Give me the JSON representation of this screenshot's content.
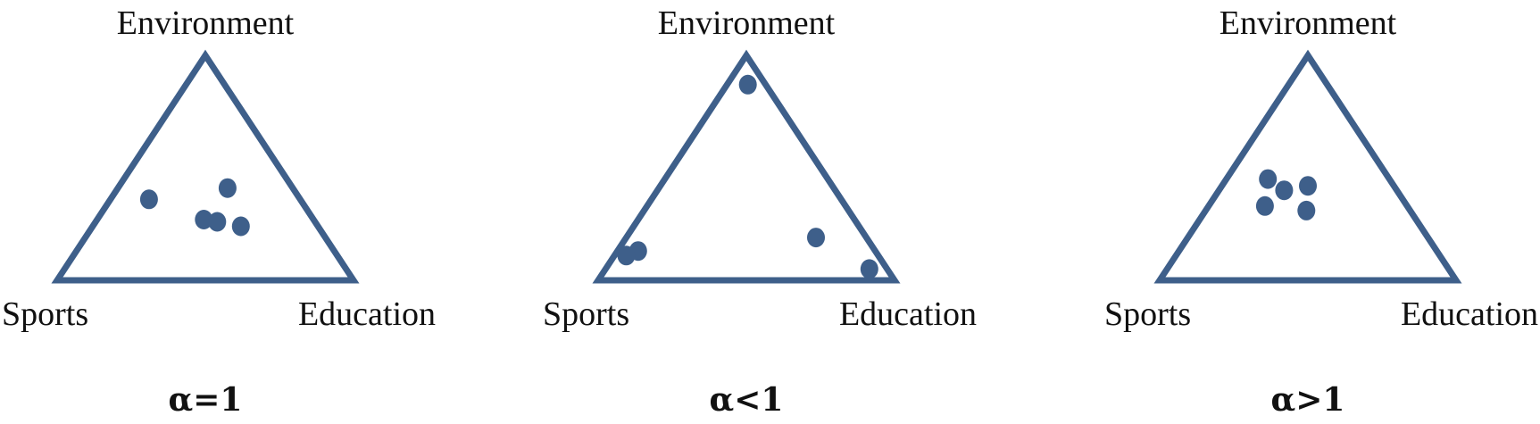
{
  "colors": {
    "stroke": "#3E5F8A",
    "point": "#3E5F8A",
    "text": "#111111",
    "background": "#FFFFFF"
  },
  "labels": {
    "top": "Environment",
    "left": "Sports",
    "right": "Education"
  },
  "panels": [
    {
      "caption": "α=1",
      "points": [
        {
          "sports": 0.37,
          "education": 0.36,
          "environment": 0.27
        },
        {
          "sports": 0.22,
          "education": 0.37,
          "environment": 0.41
        },
        {
          "sports": 0.51,
          "education": 0.13,
          "environment": 0.36
        },
        {
          "sports": 0.33,
          "education": 0.41,
          "environment": 0.26
        },
        {
          "sports": 0.26,
          "education": 0.5,
          "environment": 0.24
        }
      ]
    },
    {
      "caption": "α<1",
      "points": [
        {
          "sports": 0.06,
          "education": 0.07,
          "environment": 0.87
        },
        {
          "sports": 0.17,
          "education": 0.64,
          "environment": 0.19
        },
        {
          "sports": 0.06,
          "education": 0.89,
          "environment": 0.05
        },
        {
          "sports": 0.8,
          "education": 0.07,
          "environment": 0.13
        },
        {
          "sports": 0.85,
          "education": 0.04,
          "environment": 0.11
        }
      ]
    },
    {
      "caption": "α>1",
      "points": [
        {
          "sports": 0.41,
          "education": 0.14,
          "environment": 0.45
        },
        {
          "sports": 0.38,
          "education": 0.22,
          "environment": 0.4
        },
        {
          "sports": 0.29,
          "education": 0.29,
          "environment": 0.42
        },
        {
          "sports": 0.48,
          "education": 0.19,
          "environment": 0.33
        },
        {
          "sports": 0.35,
          "education": 0.34,
          "environment": 0.31
        }
      ]
    }
  ]
}
